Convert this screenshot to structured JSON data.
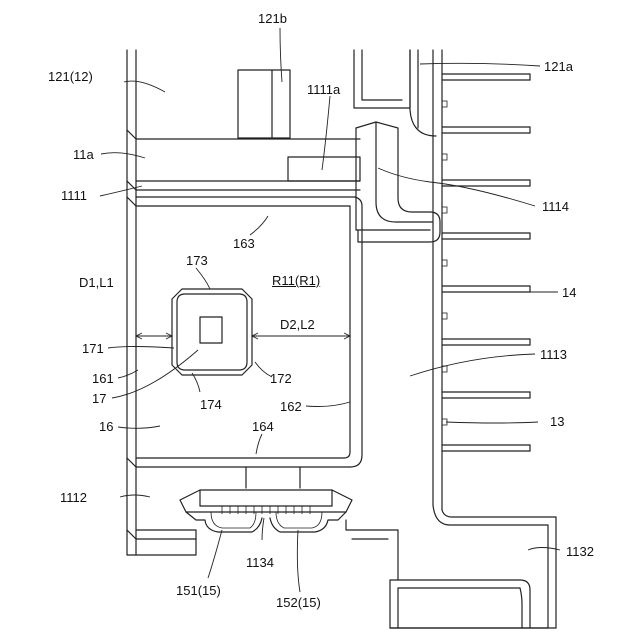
{
  "labels": {
    "l121b": "121b",
    "l121_12": "121(12)",
    "l121a": "121a",
    "l1111a": "1111a",
    "l11a": "11a",
    "l1111": "1111",
    "l1114": "1114",
    "l163": "163",
    "l173": "173",
    "lR11": "R11(R1)",
    "lD1L1": "D1,L1",
    "l14": "14",
    "lD2L2": "D2,L2",
    "l171": "171",
    "l161": "161",
    "l172": "172",
    "l1113": "1113",
    "l17": "17",
    "l174": "174",
    "l162": "162",
    "l13": "13",
    "l16": "16",
    "l164": "164",
    "l1112": "1112",
    "l1132": "1132",
    "l1134": "1134",
    "l151": "151(15)",
    "l152": "152(15)"
  }
}
